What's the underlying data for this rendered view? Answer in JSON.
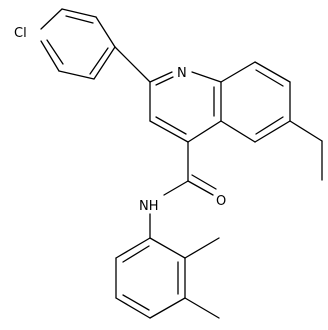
{
  "molecule": {
    "atoms": {
      "chlorine": "Cl",
      "ring_nitrogen": "N",
      "amide_nh": "NH",
      "carbonyl_oxygen": "O"
    }
  }
}
